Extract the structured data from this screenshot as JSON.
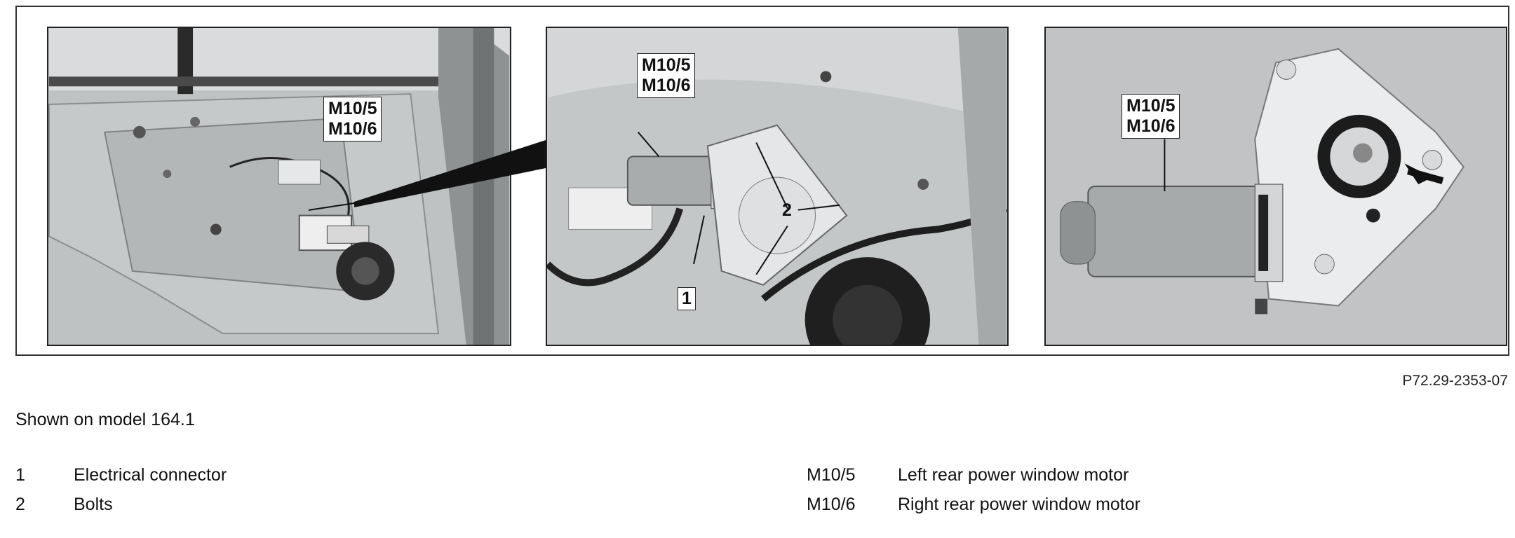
{
  "figure": {
    "reference": "P72.29-2353-07",
    "panels": {
      "left": {
        "callout_lines": [
          "M10/5",
          "M10/6"
        ]
      },
      "middle": {
        "callout_lines": [
          "M10/5",
          "M10/6"
        ],
        "label_connector": "1",
        "label_bolts": "2"
      },
      "right": {
        "callout_lines": [
          "M10/5",
          "M10/6"
        ]
      }
    }
  },
  "model_note": "Shown on model 164.1",
  "legend": {
    "left": [
      {
        "key": "1",
        "text": "Electrical connector"
      },
      {
        "key": "2",
        "text": "Bolts"
      }
    ],
    "right": [
      {
        "key": "M10/5",
        "text": "Left rear power window motor"
      },
      {
        "key": "M10/6",
        "text": "Right rear power window motor"
      }
    ]
  },
  "colors": {
    "background": "#ffffff",
    "frame": "#333333",
    "photo_gray": "#c9cbcc"
  }
}
